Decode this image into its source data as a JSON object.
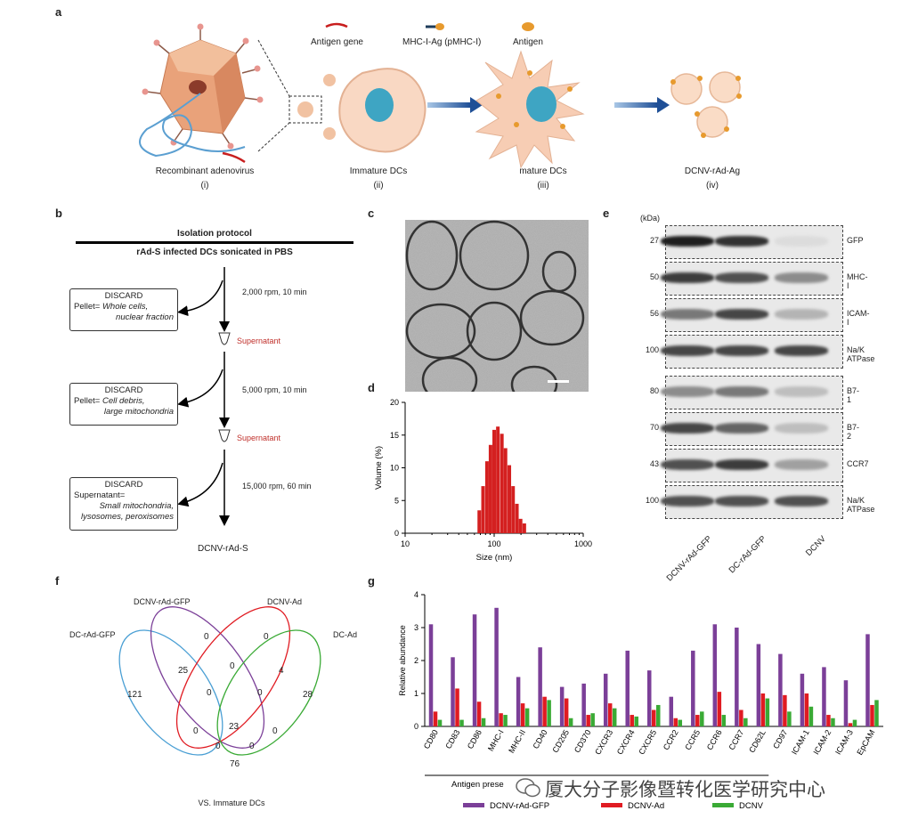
{
  "panel_a": {
    "label": "a",
    "legend": {
      "antigen_gene": "Antigen gene",
      "mhc": "MHC-I-Ag (pMHC-I)",
      "antigen": "Antigen"
    },
    "stages": [
      {
        "name": "Recombinant adenovirus",
        "num": "(i)"
      },
      {
        "name": "Immature DCs",
        "num": "(ii)"
      },
      {
        "name": "mature DCs",
        "num": "(iii)"
      },
      {
        "name": "DCNV-rAd-Ag",
        "num": "(iv)"
      }
    ]
  },
  "panel_b": {
    "label": "b",
    "title": "Isolation protocol",
    "subtitle": "rAd-S infected DCs sonicated in PBS",
    "steps": [
      "2,000 rpm, 10 min",
      "5,000 rpm, 10 min",
      "15,000 rpm, 60 min"
    ],
    "supernatant": "Supernatant",
    "discard1": {
      "head": "DISCARD",
      "l1": "Pellet= ",
      "l1i": "Whole cells,",
      "l2": "nuclear fraction"
    },
    "discard2": {
      "head": "DISCARD",
      "l1": "Pellet= ",
      "l1i": "Cell debris,",
      "l2": "large mitochondria"
    },
    "discard3": {
      "head": "DISCARD",
      "l1": "Supernatant=",
      "l2": "Small mitochondria,",
      "l3": "lysosomes, peroxisomes"
    },
    "product": "DCNV-rAd-S"
  },
  "panel_c": {
    "label": "c"
  },
  "panel_d": {
    "label": "d"
  },
  "panel_e": {
    "label": "e",
    "unit": "(kDa)",
    "rows1": [
      {
        "kda": "27",
        "name": "GFP",
        "b": [
          1.0,
          0.9,
          0.05
        ]
      },
      {
        "kda": "50",
        "name": "MHC-I",
        "b": [
          0.85,
          0.75,
          0.45
        ]
      },
      {
        "kda": "56",
        "name": "ICAM-I",
        "b": [
          0.55,
          0.8,
          0.25
        ]
      },
      {
        "kda": "100",
        "name": "Na/K ATPase",
        "b": [
          0.8,
          0.8,
          0.8
        ]
      }
    ],
    "rows2": [
      {
        "kda": "80",
        "name": "B7-1",
        "b": [
          0.45,
          0.55,
          0.2
        ]
      },
      {
        "kda": "70",
        "name": "B7-2",
        "b": [
          0.8,
          0.65,
          0.2
        ]
      },
      {
        "kda": "43",
        "name": "CCR7",
        "b": [
          0.75,
          0.85,
          0.35
        ]
      },
      {
        "kda": "100",
        "name": "Na/K ATPase",
        "b": [
          0.75,
          0.75,
          0.75
        ]
      }
    ],
    "lanes": [
      "DCNV-rAd-GFP",
      "DC-rAd-GFP",
      "DCNV"
    ]
  },
  "panel_f": {
    "label": "f",
    "sets": [
      "DC-rAd-GFP",
      "DCNV-rAd-GFP",
      "DCNV-Ad",
      "DC-Ad"
    ],
    "numbers": [
      "0",
      "0",
      "25",
      "0",
      "4",
      "121",
      "0",
      "0",
      "28",
      "0",
      "23",
      "0",
      "0",
      "0",
      "76"
    ],
    "footer": "VS. Immature DCs"
  },
  "panel_g": {
    "label": "g"
  },
  "chart_data": [
    {
      "type": "bar",
      "xlabel": "Size (nm)",
      "ylabel": "Volume (%)",
      "x_scale": "log",
      "xlim": [
        10,
        1000
      ],
      "ylim": [
        0,
        20
      ],
      "xticks": [
        "10",
        "100",
        "1000"
      ],
      "yticks": [
        "0",
        "5",
        "10",
        "15",
        "20"
      ],
      "x": [
        68,
        75,
        83,
        91,
        100,
        110,
        122,
        134,
        148,
        163,
        180,
        198,
        218
      ],
      "values": [
        3.5,
        7.2,
        11.0,
        13.5,
        15.8,
        16.3,
        15.2,
        13.0,
        10.4,
        7.2,
        4.5,
        2.2,
        1.5
      ],
      "color": "#d42020"
    },
    {
      "type": "bar",
      "ylabel": "Relative abundance",
      "ylim": [
        0,
        4
      ],
      "yticks": [
        "0",
        "1",
        "2",
        "3",
        "4"
      ],
      "categories": [
        "CD80",
        "CD83",
        "CD86",
        "MHC-I",
        "MHC-II",
        "CD40",
        "CD205",
        "CD370",
        "CXCR3",
        "CXCR4",
        "CXCR5",
        "CCR2",
        "CCR5",
        "CCR6",
        "CCR7",
        "CD62L",
        "CD97",
        "ICAM-1",
        "ICAM-2",
        "ICAM-3",
        "EpCAM"
      ],
      "group_label": "Antigen prese",
      "series": [
        {
          "name": "DCNV-rAd-GFP",
          "color": "#7b3f98",
          "values": [
            3.1,
            2.1,
            3.4,
            3.6,
            1.5,
            2.4,
            1.2,
            1.3,
            1.6,
            2.3,
            1.7,
            0.9,
            2.3,
            3.1,
            3.0,
            2.5,
            2.2,
            1.6,
            1.8,
            1.4,
            2.8
          ]
        },
        {
          "name": "DCNV-Ad",
          "color": "#e01b22",
          "values": [
            0.45,
            1.15,
            0.75,
            0.4,
            0.7,
            0.9,
            0.85,
            0.35,
            0.7,
            0.35,
            0.5,
            0.25,
            0.35,
            1.05,
            0.5,
            1.0,
            0.95,
            1.0,
            0.35,
            0.1,
            0.65
          ]
        },
        {
          "name": "DCNV",
          "color": "#3aaa35",
          "values": [
            0.2,
            0.2,
            0.25,
            0.35,
            0.55,
            0.8,
            0.25,
            0.4,
            0.55,
            0.3,
            0.65,
            0.2,
            0.45,
            0.35,
            0.25,
            0.85,
            0.45,
            0.6,
            0.25,
            0.2,
            0.8
          ]
        }
      ]
    }
  ],
  "watermark": "厦大分子影像暨转化医学研究中心"
}
